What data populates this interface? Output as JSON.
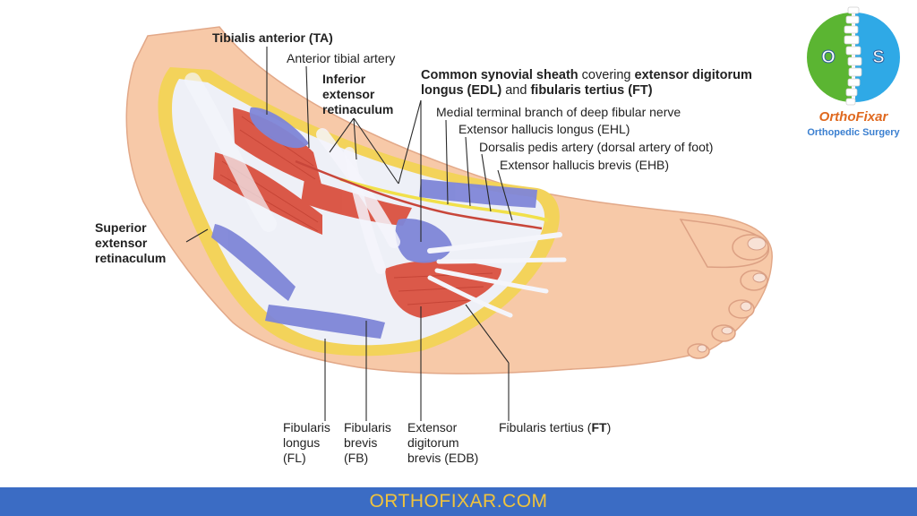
{
  "labels": {
    "tibialis_anterior": "Tibialis anterior (TA)",
    "anterior_tibial_artery": "Anterior tibial artery",
    "inferior_retinaculum_1": "Inferior",
    "inferior_retinaculum_2": "extensor",
    "inferior_retinaculum_3": "retinaculum",
    "synovial_sheath_a1": "Common synovial sheath",
    "synovial_sheath_a2": " covering ",
    "synovial_sheath_a3": "extensor digitorum",
    "synovial_sheath_b1": "longus (EDL)",
    "synovial_sheath_b2": " and ",
    "synovial_sheath_b3": "fibularis tertius (FT)",
    "medial_terminal_branch": "Medial terminal branch of deep fibular nerve",
    "ehl": "Extensor hallucis longus (EHL)",
    "dorsalis_pedis": "Dorsalis pedis artery (dorsal artery of foot)",
    "ehb": "Extensor hallucis brevis (EHB)",
    "superior_retinaculum_1": "Superior",
    "superior_retinaculum_2": "extensor",
    "superior_retinaculum_3": "retinaculum",
    "fl_1": "Fibularis",
    "fl_2": "longus",
    "fl_3": "(FL)",
    "fb_1": "Fibularis",
    "fb_2": "brevis",
    "fb_3": "(FB)",
    "edb_1": "Extensor",
    "edb_2": "digitorum",
    "edb_3": "brevis (EDB)",
    "ft_1": "Fibularis tertius (",
    "ft_2": "FT",
    "ft_3": ")"
  },
  "logo": {
    "title": "OrthoFixar",
    "subtitle": "Orthopedic Surgery",
    "letter_left": "O",
    "letter_right": "S"
  },
  "footer": {
    "text": "ORTHOFIXAR.COM"
  },
  "colors": {
    "skin": "#f7c9a8",
    "muscle": "#d9503f",
    "tendon": "#e9ecf5",
    "sheath": "#7f86d8",
    "fat": "#f3d35a",
    "nerve": "#f1e04a",
    "logo_green": "#5bb532",
    "logo_blue": "#2fa9e6",
    "footer_bg": "#3b6cc4",
    "footer_text": "#f0c33c"
  }
}
